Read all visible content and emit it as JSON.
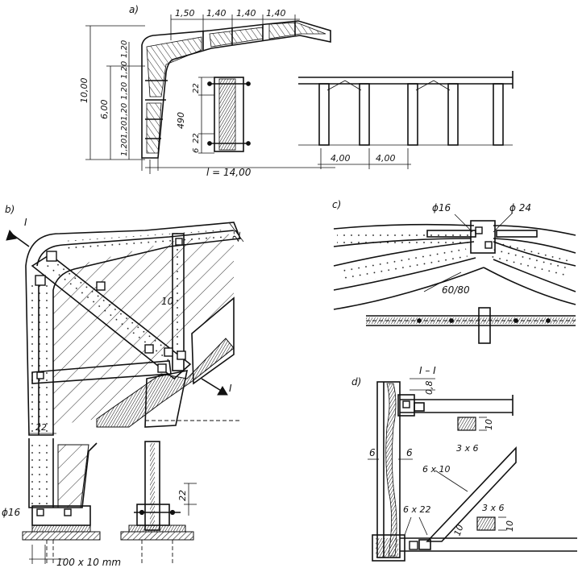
{
  "panels": {
    "a": {
      "label": "a)"
    },
    "b": {
      "label": "b)"
    },
    "c": {
      "label": "c)"
    },
    "d": {
      "label": "d)"
    }
  },
  "panel_a": {
    "top_dims": [
      "1,50",
      "1,40",
      "1,40",
      "1,40"
    ],
    "height_total": "10,00",
    "height_lower": "6,00",
    "col_segments": [
      "1,20",
      "1,20",
      "1,20",
      "1,20",
      "1,20",
      "1,20"
    ],
    "node_dim_top": "22",
    "node_dim_bottom": "22",
    "node_dim_mid": "6",
    "node_height": "490",
    "span": "l = 14,00",
    "spacing": [
      "4,00",
      "4,00"
    ]
  },
  "panel_b": {
    "section_marks": [
      "I",
      "I"
    ],
    "dim_22_top": "22",
    "dim_10": "10",
    "dim_22_col": "22",
    "bolt_dia": "ϕ16",
    "plate": "100 x 10 mm",
    "base_dim": "22"
  },
  "panel_c": {
    "bolt_left": "ϕ16",
    "bolt_right": "ϕ 24",
    "section": "60/80"
  },
  "panel_d": {
    "title": "I – I",
    "dim_08": "0,8",
    "dim_10_top": "10",
    "sec_3x6_top": "3 x 6",
    "dim_6_left": "6",
    "dim_6_right": "6",
    "sec_6x10": "6 x 10",
    "sec_3x6_bot": "3 x 6",
    "dim_10_bot": "10",
    "sec_6x22": "6 x 22",
    "dim_10_diag": "10"
  }
}
